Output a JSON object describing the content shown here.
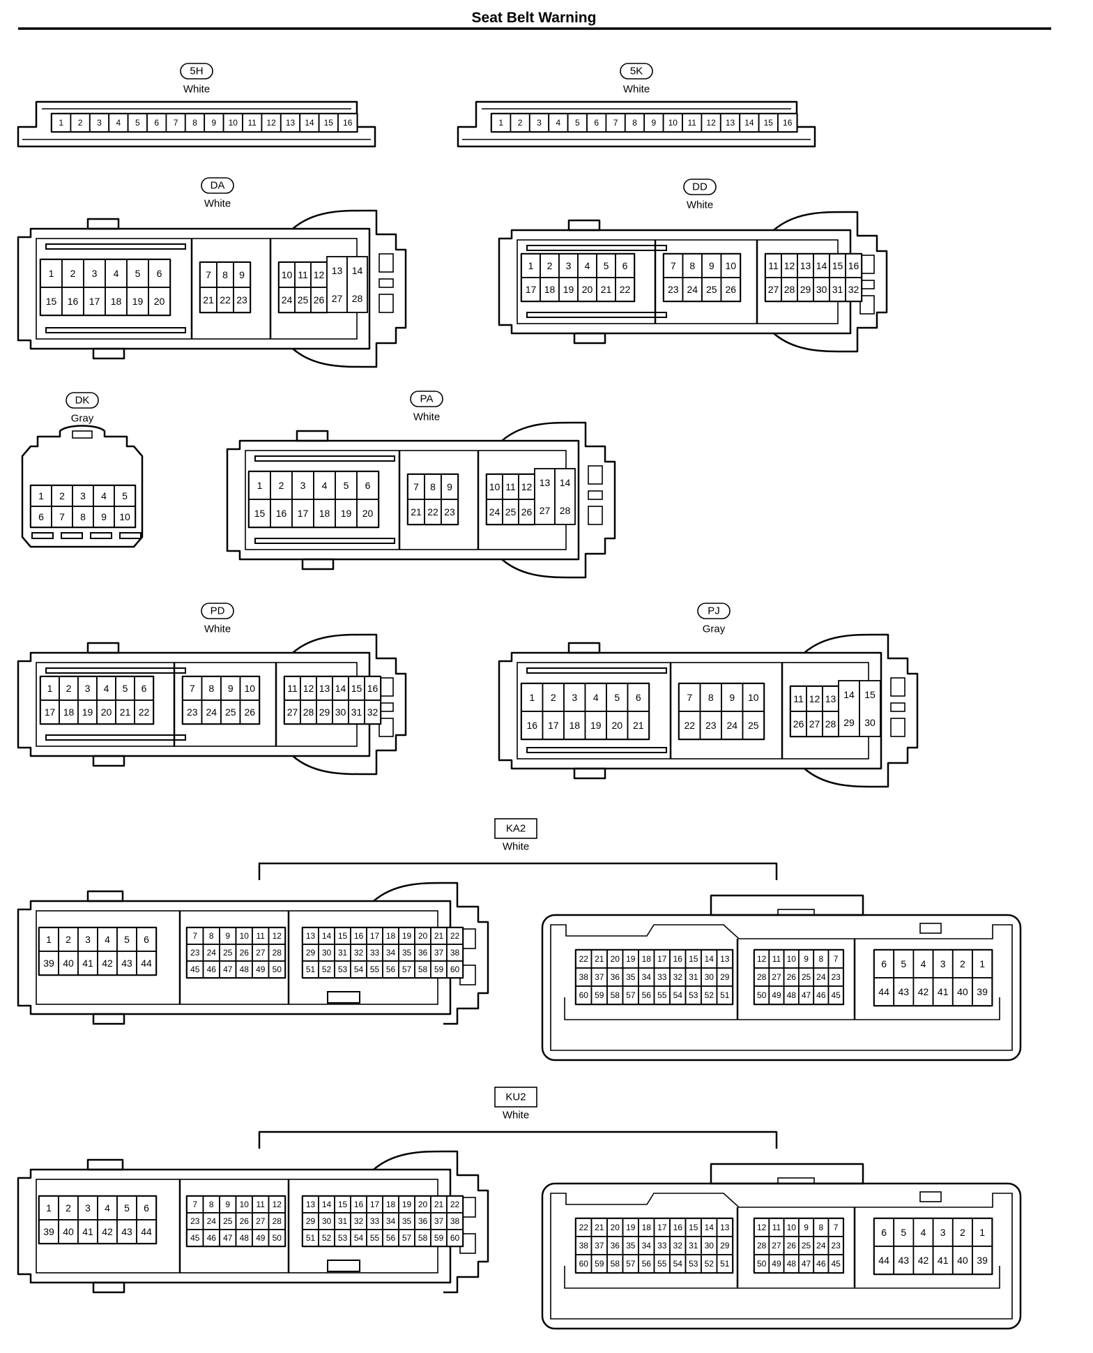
{
  "page": {
    "title": "Seat Belt Warning"
  },
  "connectors": [
    {
      "id": "5H",
      "color": "White",
      "pins": [
        "1",
        "2",
        "3",
        "4",
        "5",
        "6",
        "7",
        "8",
        "9",
        "10",
        "11",
        "12",
        "13",
        "14",
        "15",
        "16"
      ]
    },
    {
      "id": "5K",
      "color": "White",
      "pins": [
        "1",
        "2",
        "3",
        "4",
        "5",
        "6",
        "7",
        "8",
        "9",
        "10",
        "11",
        "12",
        "13",
        "14",
        "15",
        "16"
      ]
    },
    {
      "id": "DA",
      "color": "White",
      "blocks": [
        {
          "rows": [
            [
              "1",
              "2",
              "3",
              "4",
              "5",
              "6"
            ],
            [
              "15",
              "16",
              "17",
              "18",
              "19",
              "20"
            ]
          ]
        },
        {
          "rows": [
            [
              "7",
              "8",
              "9"
            ],
            [
              "21",
              "22",
              "23"
            ]
          ]
        },
        {
          "rows": [
            [
              "10",
              "11",
              "12"
            ],
            [
              "24",
              "25",
              "26"
            ]
          ],
          "tall": [
            [
              "13",
              "27"
            ],
            [
              "14",
              "28"
            ]
          ]
        }
      ]
    },
    {
      "id": "DD",
      "color": "White",
      "blocks": [
        {
          "rows": [
            [
              "1",
              "2",
              "3",
              "4",
              "5",
              "6"
            ],
            [
              "17",
              "18",
              "19",
              "20",
              "21",
              "22"
            ]
          ]
        },
        {
          "rows": [
            [
              "7",
              "8",
              "9",
              "10"
            ],
            [
              "23",
              "24",
              "25",
              "26"
            ]
          ]
        },
        {
          "rows": [
            [
              "11",
              "12",
              "13",
              "14",
              "15",
              "16"
            ],
            [
              "27",
              "28",
              "29",
              "30",
              "31",
              "32"
            ]
          ]
        }
      ]
    },
    {
      "id": "DK",
      "color": "Gray",
      "rows": [
        [
          "1",
          "2",
          "3",
          "4",
          "5"
        ],
        [
          "6",
          "7",
          "8",
          "9",
          "10"
        ]
      ]
    },
    {
      "id": "PA",
      "color": "White",
      "blocks": [
        {
          "rows": [
            [
              "1",
              "2",
              "3",
              "4",
              "5",
              "6"
            ],
            [
              "15",
              "16",
              "17",
              "18",
              "19",
              "20"
            ]
          ]
        },
        {
          "rows": [
            [
              "7",
              "8",
              "9"
            ],
            [
              "21",
              "22",
              "23"
            ]
          ]
        },
        {
          "rows": [
            [
              "10",
              "11",
              "12"
            ],
            [
              "24",
              "25",
              "26"
            ]
          ],
          "tall": [
            [
              "13",
              "27"
            ],
            [
              "14",
              "28"
            ]
          ]
        }
      ]
    },
    {
      "id": "PD",
      "color": "White",
      "blocks": [
        {
          "rows": [
            [
              "1",
              "2",
              "3",
              "4",
              "5",
              "6"
            ],
            [
              "17",
              "18",
              "19",
              "20",
              "21",
              "22"
            ]
          ]
        },
        {
          "rows": [
            [
              "7",
              "8",
              "9",
              "10"
            ],
            [
              "23",
              "24",
              "25",
              "26"
            ]
          ]
        },
        {
          "rows": [
            [
              "11",
              "12",
              "13",
              "14",
              "15",
              "16"
            ],
            [
              "27",
              "28",
              "29",
              "30",
              "31",
              "32"
            ]
          ]
        }
      ]
    },
    {
      "id": "PJ",
      "color": "Gray",
      "blocks": [
        {
          "rows": [
            [
              "1",
              "2",
              "3",
              "4",
              "5",
              "6"
            ],
            [
              "16",
              "17",
              "18",
              "19",
              "20",
              "21"
            ]
          ]
        },
        {
          "rows": [
            [
              "7",
              "8",
              "9",
              "10"
            ],
            [
              "22",
              "23",
              "24",
              "25"
            ]
          ]
        },
        {
          "rows": [
            [
              "11",
              "12",
              "13"
            ],
            [
              "26",
              "27",
              "28"
            ]
          ],
          "tall": [
            [
              "14",
              "29"
            ],
            [
              "15",
              "30"
            ]
          ]
        }
      ]
    },
    {
      "id": "KA2",
      "color": "White",
      "left": [
        {
          "rows": [
            [
              "1",
              "2",
              "3",
              "4",
              "5",
              "6"
            ],
            [
              "39",
              "40",
              "41",
              "42",
              "43",
              "44"
            ]
          ]
        },
        {
          "rows": [
            [
              "7",
              "8",
              "9",
              "10",
              "11",
              "12"
            ],
            [
              "23",
              "24",
              "25",
              "26",
              "27",
              "28"
            ],
            [
              "45",
              "46",
              "47",
              "48",
              "49",
              "50"
            ]
          ]
        },
        {
          "rows": [
            [
              "13",
              "14",
              "15",
              "16",
              "17",
              "18",
              "19",
              "20",
              "21",
              "22"
            ],
            [
              "29",
              "30",
              "31",
              "32",
              "33",
              "34",
              "35",
              "36",
              "37",
              "38"
            ],
            [
              "51",
              "52",
              "53",
              "54",
              "55",
              "56",
              "57",
              "58",
              "59",
              "60"
            ]
          ]
        }
      ],
      "right": [
        {
          "rows": [
            [
              "22",
              "21",
              "20",
              "19",
              "18",
              "17",
              "16",
              "15",
              "14",
              "13"
            ],
            [
              "38",
              "37",
              "36",
              "35",
              "34",
              "33",
              "32",
              "31",
              "30",
              "29"
            ],
            [
              "60",
              "59",
              "58",
              "57",
              "56",
              "55",
              "54",
              "53",
              "52",
              "51"
            ]
          ]
        },
        {
          "rows": [
            [
              "12",
              "11",
              "10",
              "9",
              "8",
              "7"
            ],
            [
              "28",
              "27",
              "26",
              "25",
              "24",
              "23"
            ],
            [
              "50",
              "49",
              "48",
              "47",
              "46",
              "45"
            ]
          ]
        },
        {
          "rows": [
            [
              "6",
              "5",
              "4",
              "3",
              "2",
              "1"
            ],
            [
              "44",
              "43",
              "42",
              "41",
              "40",
              "39"
            ]
          ]
        }
      ]
    },
    {
      "id": "KU2",
      "color": "White",
      "left": [
        {
          "rows": [
            [
              "1",
              "2",
              "3",
              "4",
              "5",
              "6"
            ],
            [
              "39",
              "40",
              "41",
              "42",
              "43",
              "44"
            ]
          ]
        },
        {
          "rows": [
            [
              "7",
              "8",
              "9",
              "10",
              "11",
              "12"
            ],
            [
              "23",
              "24",
              "25",
              "26",
              "27",
              "28"
            ],
            [
              "45",
              "46",
              "47",
              "48",
              "49",
              "50"
            ]
          ]
        },
        {
          "rows": [
            [
              "13",
              "14",
              "15",
              "16",
              "17",
              "18",
              "19",
              "20",
              "21",
              "22"
            ],
            [
              "29",
              "30",
              "31",
              "32",
              "33",
              "34",
              "35",
              "36",
              "37",
              "38"
            ],
            [
              "51",
              "52",
              "53",
              "54",
              "55",
              "56",
              "57",
              "58",
              "59",
              "60"
            ]
          ]
        }
      ],
      "right": [
        {
          "rows": [
            [
              "22",
              "21",
              "20",
              "19",
              "18",
              "17",
              "16",
              "15",
              "14",
              "13"
            ],
            [
              "38",
              "37",
              "36",
              "35",
              "34",
              "33",
              "32",
              "31",
              "30",
              "29"
            ],
            [
              "60",
              "59",
              "58",
              "57",
              "56",
              "55",
              "54",
              "53",
              "52",
              "51"
            ]
          ]
        },
        {
          "rows": [
            [
              "12",
              "11",
              "10",
              "9",
              "8",
              "7"
            ],
            [
              "28",
              "27",
              "26",
              "25",
              "24",
              "23"
            ],
            [
              "50",
              "49",
              "48",
              "47",
              "46",
              "45"
            ]
          ]
        },
        {
          "rows": [
            [
              "6",
              "5",
              "4",
              "3",
              "2",
              "1"
            ],
            [
              "44",
              "43",
              "42",
              "41",
              "40",
              "39"
            ]
          ]
        }
      ]
    }
  ]
}
